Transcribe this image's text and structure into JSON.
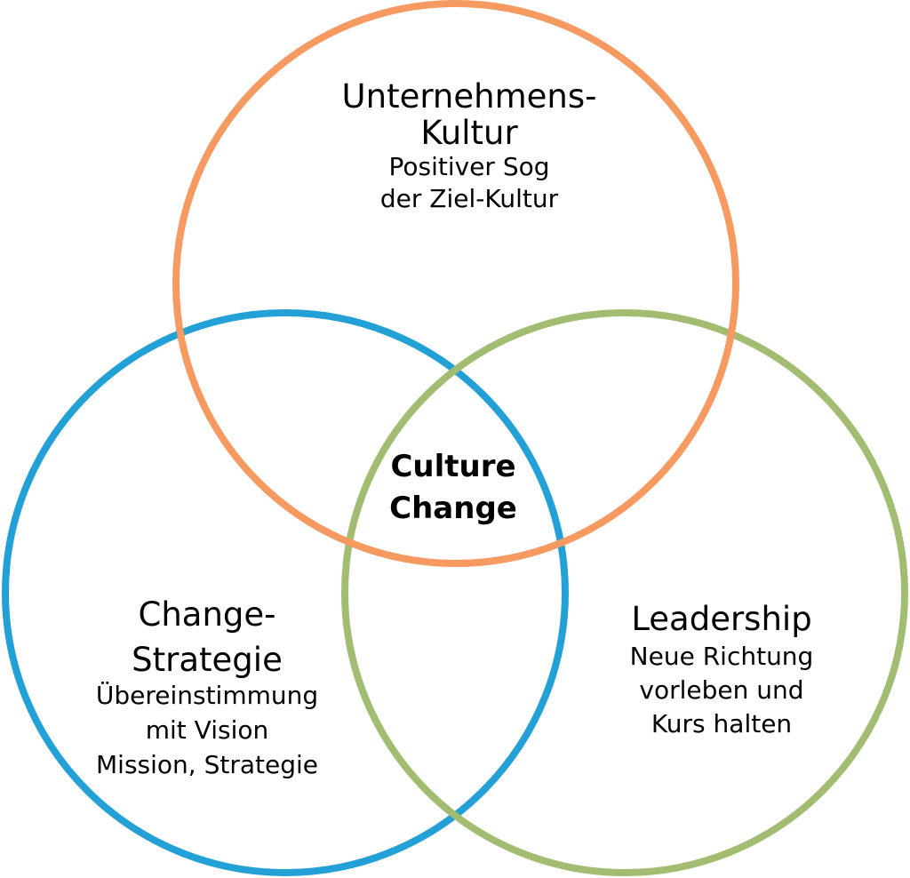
{
  "diagram": {
    "type": "venn",
    "colors": {
      "orange": "#F79A62",
      "blue": "#23A1D6",
      "green": "#A2BD72"
    },
    "circles": [
      {
        "id": "unternehmens-kultur",
        "color": "#F79A62",
        "title_lines": [
          "Unternehmens-",
          "Kultur"
        ],
        "subtitle_lines": [
          "Positiver Sog",
          "der Ziel-Kultur"
        ]
      },
      {
        "id": "change-strategie",
        "color": "#23A1D6",
        "title_lines": [
          "Change-",
          "Strategie"
        ],
        "subtitle_lines": [
          "Übereinstimmung",
          "mit Vision",
          "Mission, Strategie"
        ]
      },
      {
        "id": "leadership",
        "color": "#A2BD72",
        "title_lines": [
          "Leadership"
        ],
        "subtitle_lines": [
          "Neue Richtung",
          "vorleben und",
          "Kurs halten"
        ]
      }
    ],
    "center": {
      "lines": [
        "Culture",
        "Change"
      ]
    }
  }
}
